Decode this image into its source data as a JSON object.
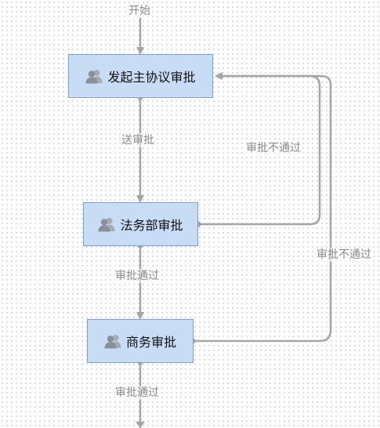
{
  "start_label": "开始",
  "nodes": [
    {
      "id": "initiate",
      "label": "发起主协议审批",
      "icon": "user-group-icon"
    },
    {
      "id": "legal",
      "label": "法务部审批",
      "icon": "user-group-icon"
    },
    {
      "id": "business",
      "label": "商务审批",
      "icon": "user-group-icon"
    }
  ],
  "edges": [
    {
      "from": "start",
      "to": "initiate",
      "label": ""
    },
    {
      "from": "initiate",
      "to": "legal",
      "label": "送审批"
    },
    {
      "from": "legal",
      "to": "initiate",
      "label": "审批不通过"
    },
    {
      "from": "legal",
      "to": "business",
      "label": "审批通过"
    },
    {
      "from": "business",
      "to": "initiate",
      "label": "审批不通过"
    },
    {
      "from": "business",
      "to": "next",
      "label": "审批通过"
    }
  ],
  "colors": {
    "node_fill": "#c9dcf6",
    "node_border": "#7aa2d6",
    "connector": "#a6a6a6",
    "label_text": "#8a8a8a"
  }
}
